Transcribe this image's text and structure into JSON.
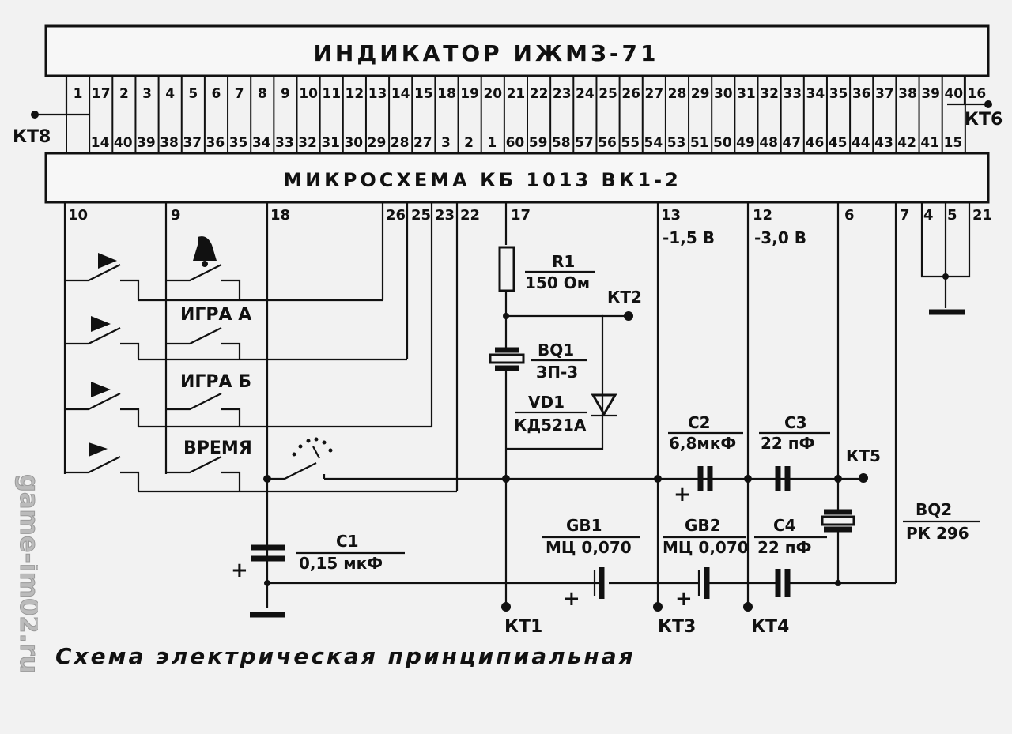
{
  "indicator": {
    "title": "ИНДИКАТОР ИЖМЗ-71"
  },
  "chip": {
    "title": "МИКРОСХЕМА КБ 1013 ВК1-2"
  },
  "pins": {
    "top": [
      "1",
      "17",
      "2",
      "3",
      "4",
      "5",
      "6",
      "7",
      "8",
      "9",
      "10",
      "11",
      "12",
      "13",
      "14",
      "15",
      "18",
      "19",
      "20",
      "21",
      "22",
      "23",
      "24",
      "25",
      "26",
      "27",
      "28",
      "29",
      "30",
      "31",
      "32",
      "33",
      "34",
      "35",
      "36",
      "37",
      "38",
      "39",
      "40",
      "16"
    ],
    "bottom": [
      "14",
      "40",
      "39",
      "38",
      "37",
      "36",
      "35",
      "34",
      "33",
      "32",
      "31",
      "30",
      "29",
      "28",
      "27",
      "3",
      "2",
      "1",
      "60",
      "59",
      "58",
      "57",
      "56",
      "55",
      "54",
      "53",
      "51",
      "50",
      "49",
      "48",
      "47",
      "46",
      "45",
      "44",
      "43",
      "42",
      "41",
      "15"
    ],
    "chip_down": [
      "10",
      "9",
      "18",
      "26",
      "25",
      "23",
      "22",
      "17",
      "13",
      "12",
      "6",
      "7",
      "4",
      "5",
      "21"
    ]
  },
  "testpoints": {
    "kt1": "КТ1",
    "kt2": "КТ2",
    "kt3": "КТ3",
    "kt4": "КТ4",
    "kt5": "КТ5",
    "kt6": "КТ6",
    "kt8": "КТ8"
  },
  "voltages": {
    "v13": "-1,5 В",
    "v12": "-3,0 В"
  },
  "buttons": {
    "game_a": "ИГРА А",
    "game_b": "ИГРА Б",
    "time": "ВРЕМЯ"
  },
  "components": {
    "r1": {
      "ref": "R1",
      "value": "150 Ом"
    },
    "bq1": {
      "ref": "BQ1",
      "value": "ЗП-3"
    },
    "vd1": {
      "ref": "VD1",
      "value": "КД521А"
    },
    "c1": {
      "ref": "C1",
      "value": "0,15 мкФ"
    },
    "c2": {
      "ref": "C2",
      "value": "6,8мкФ"
    },
    "c3": {
      "ref": "C3",
      "value": "22 пФ"
    },
    "c4": {
      "ref": "C4",
      "value": "22 пФ"
    },
    "gb1": {
      "ref": "GB1",
      "value": "МЦ 0,070"
    },
    "gb2": {
      "ref": "GB2",
      "value": "МЦ 0,070"
    },
    "bq2": {
      "ref": "BQ2",
      "value": "РК 296"
    },
    "plus": "+"
  },
  "caption": "Схема электрическая принципиальная",
  "watermark": "game-im02.ru"
}
